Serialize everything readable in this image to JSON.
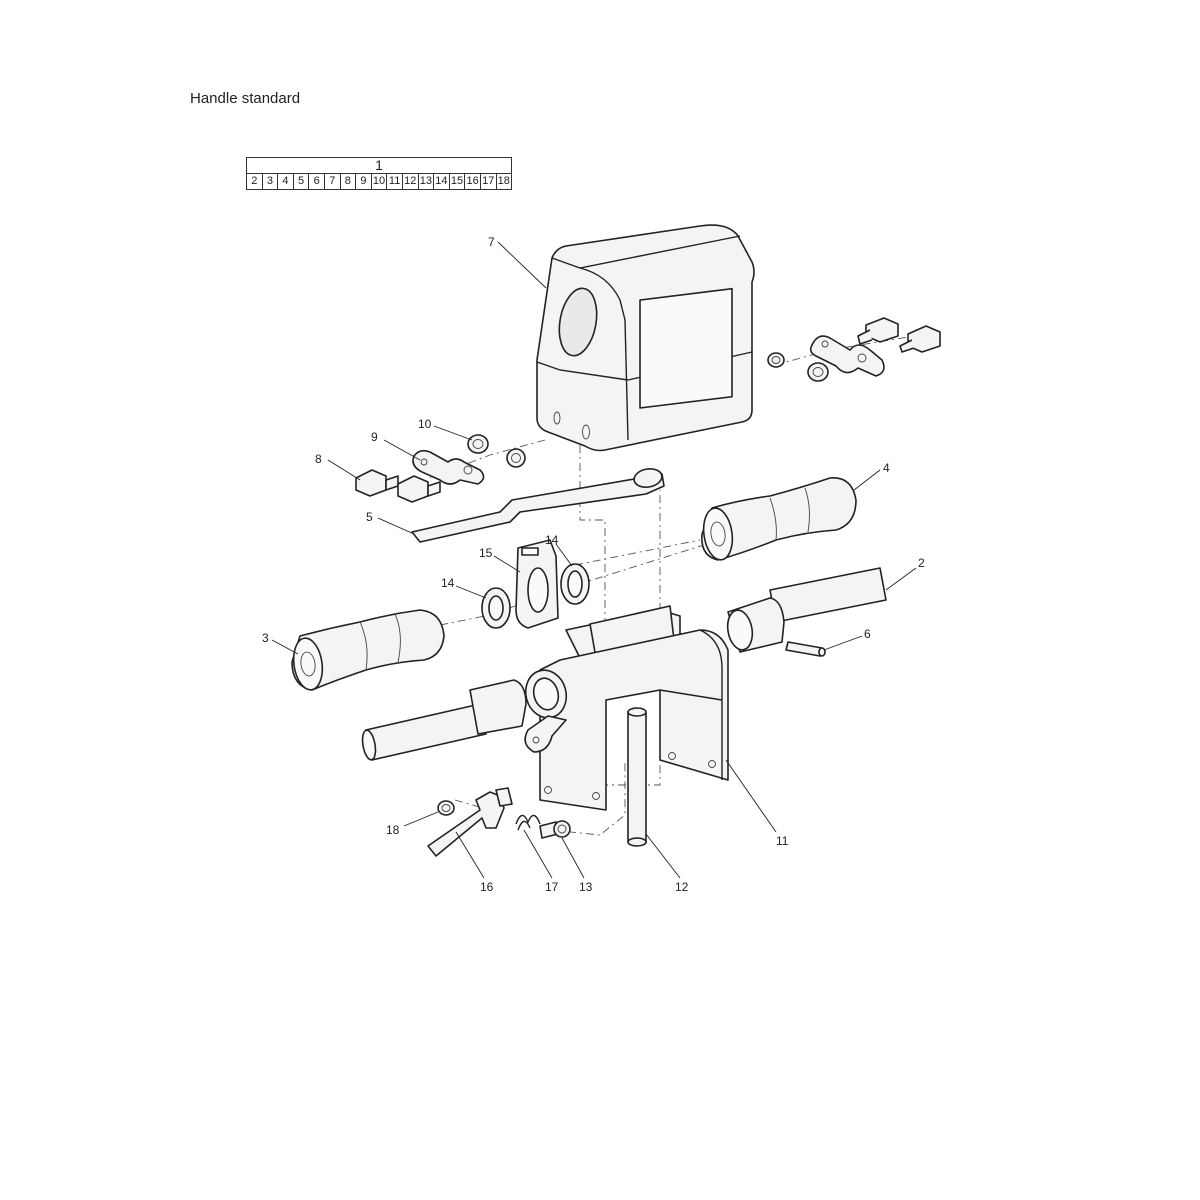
{
  "title": "Handle standard",
  "assembly_table": {
    "parent": "1",
    "children": [
      "2",
      "3",
      "4",
      "5",
      "6",
      "7",
      "8",
      "9",
      "10",
      "11",
      "12",
      "13",
      "14",
      "15",
      "16",
      "17",
      "18"
    ]
  },
  "callouts": {
    "c7": "7",
    "c10": "10",
    "c9": "9",
    "c8": "8",
    "c5": "5",
    "c4": "4",
    "c15": "15",
    "c14a": "14",
    "c14b": "14",
    "c2": "2",
    "c3": "3",
    "c6": "6",
    "c18": "18",
    "c11": "11",
    "c16": "16",
    "c17": "17",
    "c13": "13",
    "c12": "12"
  }
}
